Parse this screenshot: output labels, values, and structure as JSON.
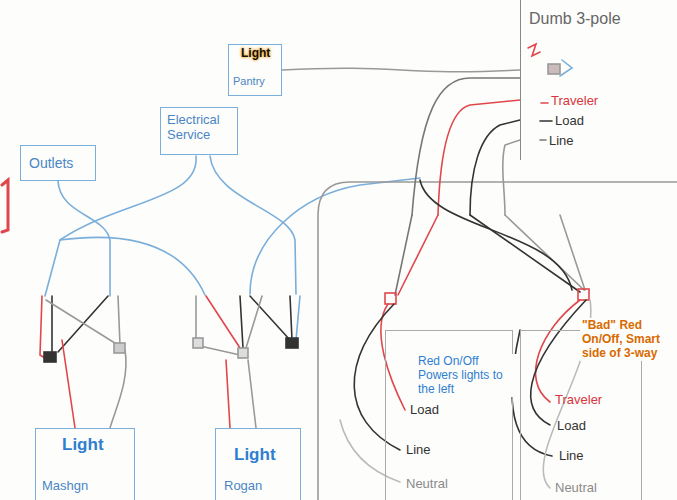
{
  "diagram": {
    "nodes": [
      {
        "text": [
          "Light",
          "Pantry"
        ]
      },
      {
        "text": [
          "Dumb 3-pole",
          "Traveler",
          "Load",
          "Line"
        ]
      },
      {
        "text": [
          "Electrical Service"
        ]
      },
      {
        "text": [
          "Outlets"
        ]
      },
      {
        "text": [
          "Load",
          "Line",
          "Neutral"
        ]
      },
      {
        "text": [
          "Traveler",
          "Load",
          "Line",
          "Neutral"
        ]
      },
      {
        "text": [
          "Light",
          "Mashgn"
        ]
      },
      {
        "text": [
          "Light",
          "Rogan"
        ]
      }
    ],
    "edges": [
      {
        "from": 0,
        "to": 1,
        "arrow": "none"
      }
    ],
    "labels": [
      "Red On/Off Powers lights to the left",
      "\"Bad\" Red On/Off, Smart side of 3-way"
    ]
  }
}
